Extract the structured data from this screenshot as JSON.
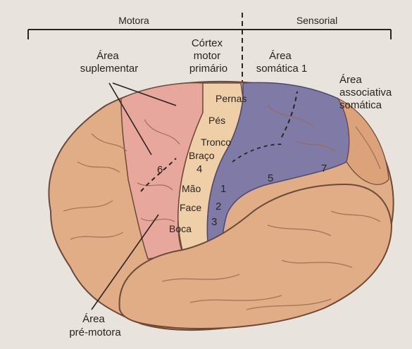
{
  "header": {
    "motora": "Motora",
    "sensorial": "Sensorial"
  },
  "labels": {
    "cortex_motor_primario": [
      "Córtex",
      "motor",
      "primário"
    ],
    "area_suplementar": [
      "Área",
      "suplementar"
    ],
    "area_somatica_1": [
      "Área",
      "somática 1"
    ],
    "area_associativa_somatica": [
      "Área",
      "associativa",
      "somática"
    ],
    "area_pre_motora": [
      "Área",
      "pré-motora"
    ]
  },
  "body_parts": [
    "Pernas",
    "Pés",
    "Tronco",
    "Braço",
    "Mão",
    "Face",
    "Boca"
  ],
  "area_numbers": {
    "n6": "6",
    "n4": "4",
    "n5": "5",
    "n7": "7",
    "n1": "1",
    "n2": "2",
    "n3": "3"
  },
  "colors": {
    "background": "#e8e3dc",
    "brain_base": "#e0ad86",
    "premotor_pink": "#e7a79c",
    "motor_cream": "#efcfa8",
    "sensory_purple": "#7f7aa6",
    "association_orange": "#dca27a",
    "outline": "#6b4a38"
  }
}
